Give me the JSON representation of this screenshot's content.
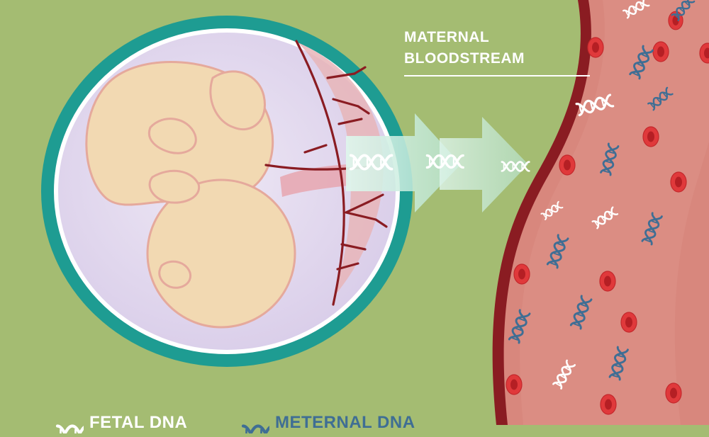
{
  "labels": {
    "maternal_bloodstream": [
      "MATERNAL",
      "BLOODSTREAM"
    ]
  },
  "legend": {
    "fetal_dna": "FETAL DNA",
    "maternal_dna": "METERNAL DNA"
  },
  "colors": {
    "background": "#a4bc72",
    "amniotic_ring": "#1e9c92",
    "amniotic_fluid": "#e7dff0",
    "fetus_fill": "#f2d9b2",
    "fetus_outline": "#e5a99c",
    "vessel_wall": "#8a1c22",
    "vessel_lumen": "#d8877d",
    "red_blood_cell": "#e0393b",
    "fetal_dna": "#ffffff",
    "maternal_dna": "#3f6e94",
    "transfer_arrow": "#cfeee0"
  },
  "icons": {
    "fetal_dna": "dna-helix-icon-white",
    "maternal_dna": "dna-helix-icon-blue",
    "cell": "red-blood-cell-icon"
  }
}
